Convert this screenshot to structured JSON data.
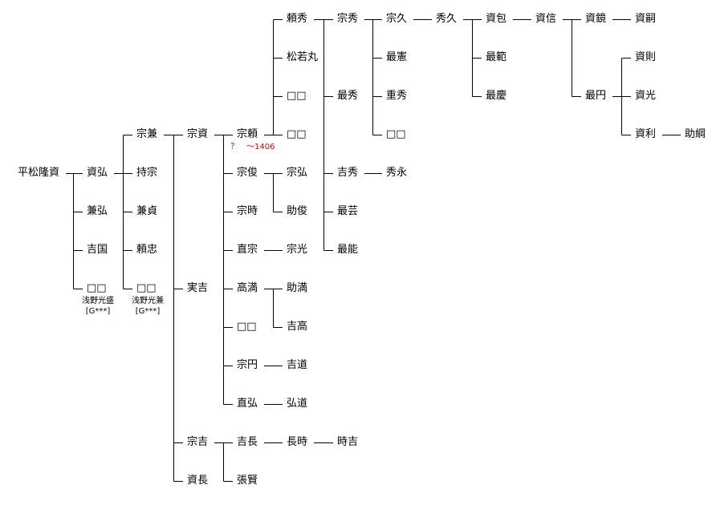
{
  "title": "平松氏系図",
  "colors": {
    "line": "#000000",
    "text": "#000000",
    "note_red": "#e00000"
  },
  "nodes": [
    {
      "name": "平松隆資"
    },
    {
      "name": "資弘",
      "parent": 0
    },
    {
      "name": "兼弘",
      "parent": 0
    },
    {
      "name": "吉国",
      "parent": 0
    },
    {
      "name": "□□",
      "parent": 0,
      "note": [
        "浅野光盛",
        "[G***]"
      ]
    },
    {
      "name": "宗兼",
      "parent": 1
    },
    {
      "name": "持宗",
      "parent": 1
    },
    {
      "name": "兼貞",
      "parent": 1
    },
    {
      "name": "頼忠",
      "parent": 1
    },
    {
      "name": "□□",
      "parent": 1,
      "note": [
        "浅野光兼",
        "[G***]"
      ]
    },
    {
      "name": "宗資",
      "parent": 5
    },
    {
      "name": "実吉",
      "parent": 5
    },
    {
      "name": "宗吉",
      "parent": 5
    },
    {
      "name": "資長",
      "parent": 5
    },
    {
      "name": "宗頼",
      "parent": 10,
      "red_note": "？　～1406"
    },
    {
      "name": "宗俊",
      "parent": 10
    },
    {
      "name": "宗時",
      "parent": 10
    },
    {
      "name": "直宗",
      "parent": 10
    },
    {
      "name": "高満",
      "parent": 10
    },
    {
      "name": "□□",
      "parent": 10
    },
    {
      "name": "宗円",
      "parent": 10
    },
    {
      "name": "直弘",
      "parent": 10
    },
    {
      "name": "吉長",
      "parent": 12
    },
    {
      "name": "張賢",
      "parent": 12
    },
    {
      "name": "頼秀",
      "parent": 14
    },
    {
      "name": "松若丸",
      "parent": 14
    },
    {
      "name": "□□",
      "parent": 14
    },
    {
      "name": "□□",
      "parent": 14
    },
    {
      "name": "宗弘",
      "parent": 15
    },
    {
      "name": "助俊",
      "parent": 15
    },
    {
      "name": "宗光",
      "parent": 17
    },
    {
      "name": "助満",
      "parent": 18
    },
    {
      "name": "吉高",
      "parent": 18
    },
    {
      "name": "吉道",
      "parent": 20
    },
    {
      "name": "弘道",
      "parent": 21
    },
    {
      "name": "長時",
      "parent": 22
    },
    {
      "name": "宗秀",
      "parent": 24
    },
    {
      "name": "最秀",
      "parent": 24
    },
    {
      "name": "吉秀",
      "parent": 24
    },
    {
      "name": "最芸",
      "parent": 24
    },
    {
      "name": "最能",
      "parent": 24
    },
    {
      "name": "時吉",
      "parent": 35
    },
    {
      "name": "宗久",
      "parent": 36
    },
    {
      "name": "最憲",
      "parent": 36
    },
    {
      "name": "重秀",
      "parent": 36
    },
    {
      "name": "□□",
      "parent": 36
    },
    {
      "name": "秀永",
      "parent": 38
    },
    {
      "name": "秀久",
      "parent": 42
    },
    {
      "name": "資包",
      "parent": 47
    },
    {
      "name": "最範",
      "parent": 47
    },
    {
      "name": "最慶",
      "parent": 47
    },
    {
      "name": "資信",
      "parent": 48
    },
    {
      "name": "資鏡",
      "parent": 51
    },
    {
      "name": "最円",
      "parent": 51
    },
    {
      "name": "資嗣",
      "parent": 52
    },
    {
      "name": "資則",
      "parent": 53
    },
    {
      "name": "資光",
      "parent": 53
    },
    {
      "name": "資利",
      "parent": 53
    },
    {
      "name": "助綱",
      "parent": 57
    }
  ]
}
